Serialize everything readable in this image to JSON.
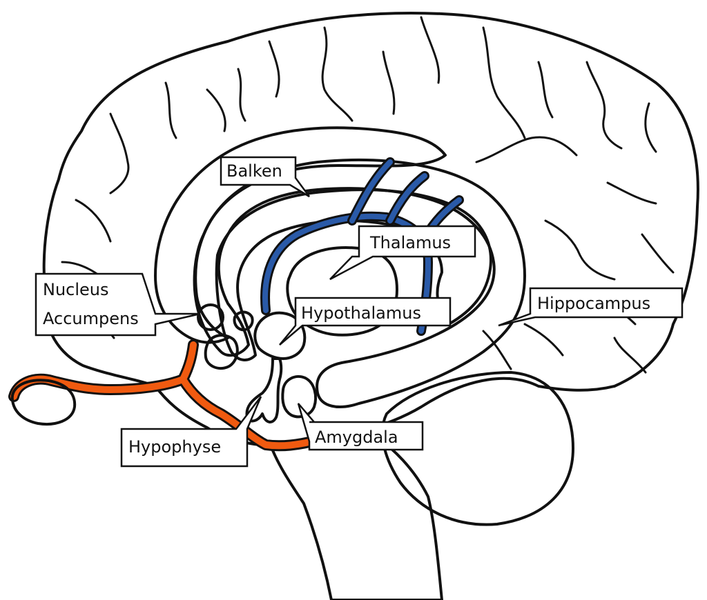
{
  "labels": {
    "balken": "Balken",
    "thalamus": "Thalamus",
    "nucleus_line1": "Nucleus",
    "nucleus_line2": "Accumpens",
    "hypothalamus": "Hypothalamus",
    "hippocampus": "Hippocampus",
    "hypophyse": "Hypophyse",
    "amygdala": "Amygdala"
  },
  "colors": {
    "cortex": "#e8c9c9",
    "cerebellum": "#c9a0a4",
    "brainstem": "#a87e80",
    "corpus_callosum_outer": "#9fcfc6",
    "fornix_green": "#1f8a68",
    "yellow_band": "#ffff4d",
    "ventricle_blue": "#2a5aa8",
    "thalamus_red": "#8a1512",
    "nucleus_accumbens": "#ff2020",
    "olfactory_orange": "#f05a10",
    "outline": "#111111"
  }
}
